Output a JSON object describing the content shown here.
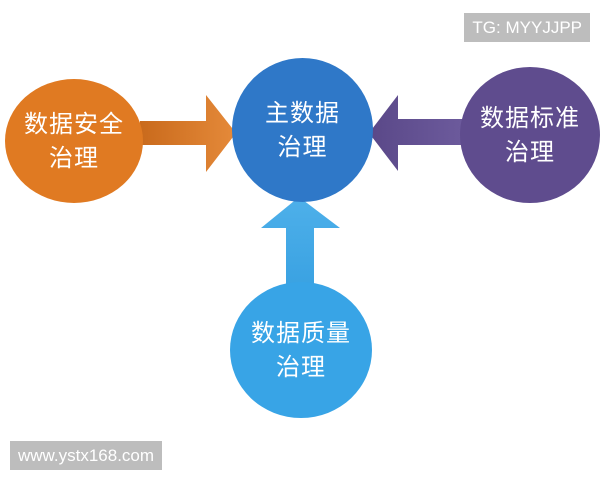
{
  "colors": {
    "security": "#e07a22",
    "master": "#2f78c8",
    "standard": "#5f4c8e",
    "quality": "#38a4e6",
    "watermark_bg": "#bdbdbd"
  },
  "nodes": {
    "security": {
      "line1": "数据安全",
      "line2": "治理"
    },
    "master": {
      "line1": "主数据",
      "line2": "治理"
    },
    "standard": {
      "line1": "数据标准",
      "line2": "治理"
    },
    "quality": {
      "line1": "数据质量",
      "line2": "治理"
    }
  },
  "watermarks": {
    "top": "TG: MYYJJPP",
    "bottom": "www.ystx168.com"
  }
}
